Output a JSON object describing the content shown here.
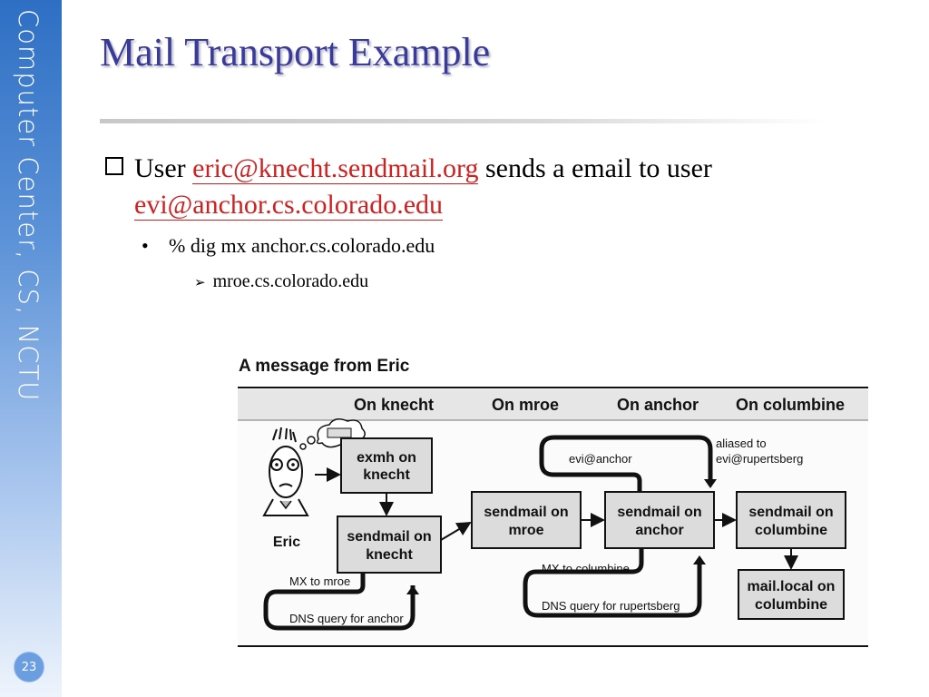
{
  "sidebar": {
    "vertical_title": "Computer Center, CS, NCTU",
    "page_number": "23"
  },
  "slide": {
    "title": "Mail Transport Example",
    "bullet1": {
      "prefix": "User ",
      "sender": "eric@knecht.sendmail.org",
      "middle": " sends a email to user",
      "recipient": "evi@anchor.cs.colorado.edu"
    },
    "bullet2": "% dig mx anchor.cs.colorado.edu",
    "bullet3": "mroe.cs.colorado.edu"
  },
  "diagram": {
    "caption": "A message from Eric",
    "columns": [
      "On knecht",
      "On mroe",
      "On anchor",
      "On columbine"
    ],
    "boxes": {
      "exmh": "exmh on knecht",
      "sendmail_knecht": "sendmail on knecht",
      "sendmail_mroe": "sendmail on mroe",
      "sendmail_anchor": "sendmail on anchor",
      "sendmail_columbine": "sendmail on columbine",
      "mail_local": "mail.local on columbine"
    },
    "labels": {
      "eric": "Eric",
      "mx_to_mroe": "MX to mroe",
      "dns_anchor": "DNS query for anchor",
      "evi_anchor": "evi@anchor",
      "aliased": "aliased to evi@rupertsberg",
      "mx_columbine": "MX to columbine",
      "dns_rupertsberg": "DNS query for rupertsberg"
    },
    "colors": {
      "box_fill": "#dcdcdc",
      "header_band": "#e6e6e6",
      "ink": "#111111"
    }
  }
}
